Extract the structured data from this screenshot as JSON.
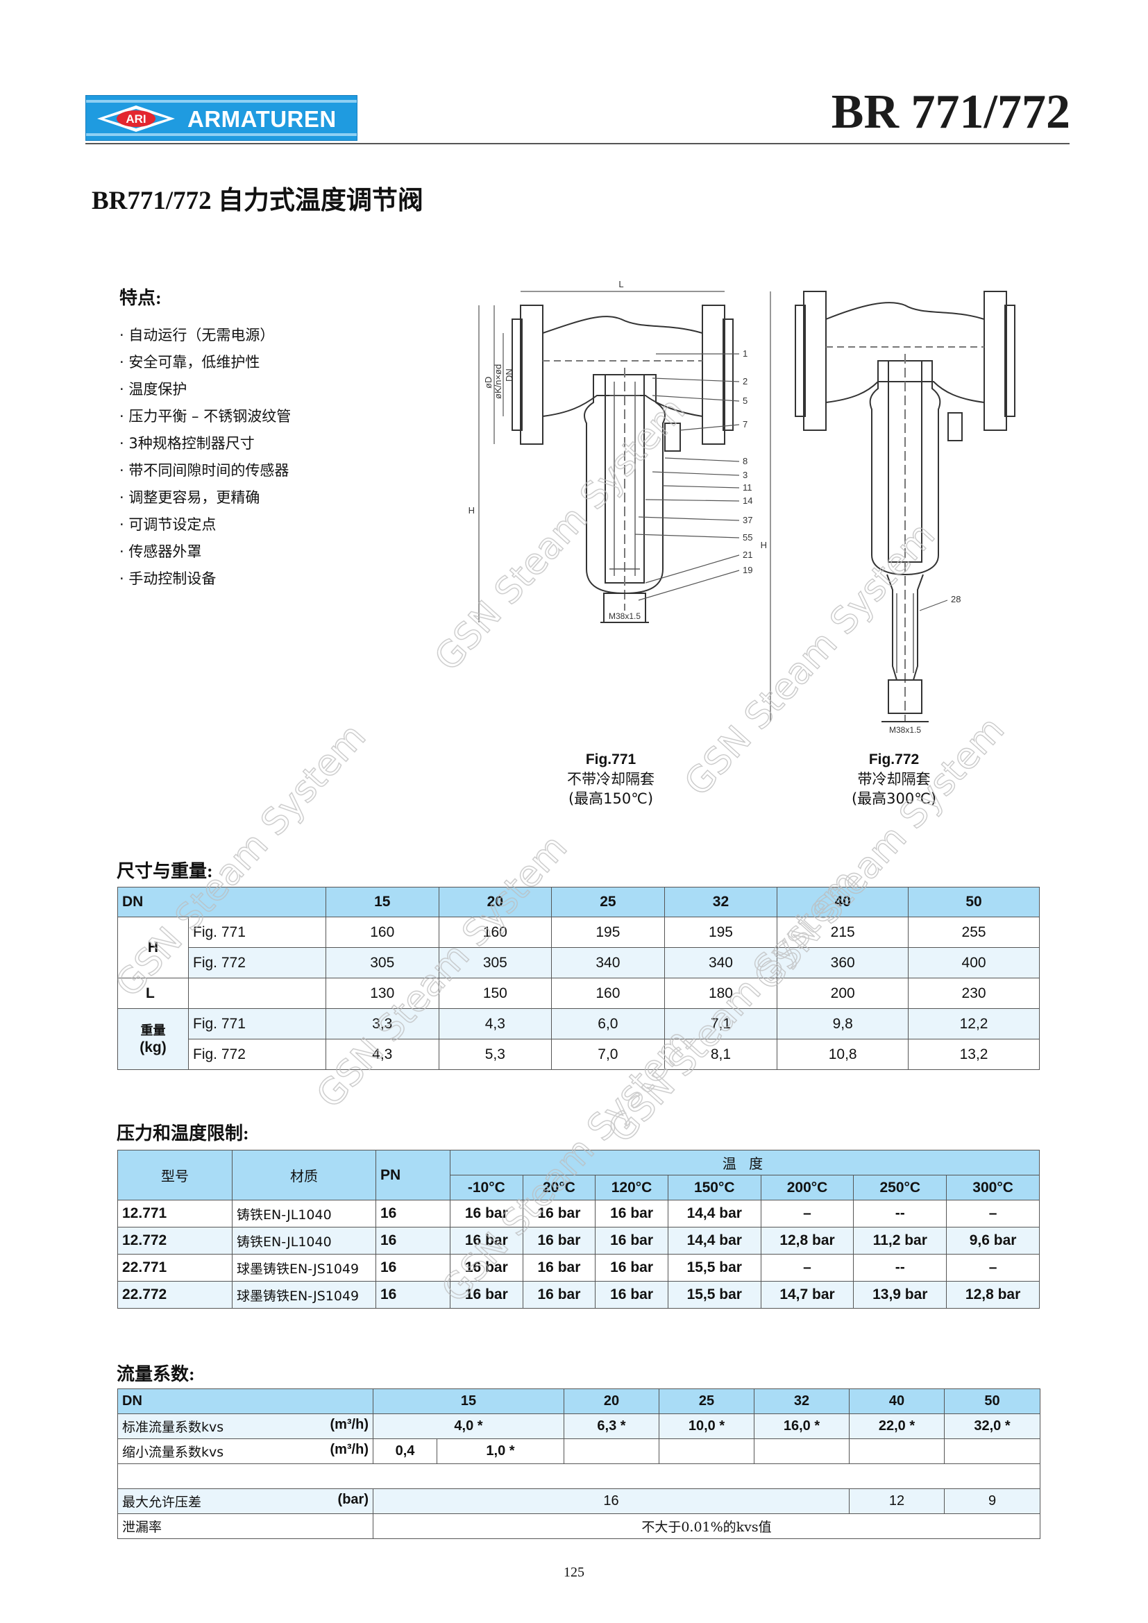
{
  "header": {
    "brand_text": "ARMATUREN",
    "brand_emblem_text": "ARI",
    "doc_code": "BR 771/772"
  },
  "title": "BR771/772  自力式温度调节阀",
  "features": {
    "title": "特点:",
    "items": [
      "· 自动运行（无需电源）",
      "· 安全可靠，低维护性",
      "· 温度保护",
      "· 压力平衡 – 不锈钢波纹管",
      "· 3种规格控制器尺寸",
      "· 带不同间隙时间的传感器",
      "· 调整更容易，更精确",
      "· 可调节设定点",
      "· 传感器外罩",
      "· 手动控制设备"
    ]
  },
  "figures": {
    "fig771": {
      "label": "Fig.771",
      "line1": "不带冷却隔套",
      "line2": "(最高150℃)",
      "thread": "M38x1.5"
    },
    "fig772": {
      "label": "Fig.772",
      "line1": "带冷却隔套",
      "line2": "(最高300℃)",
      "thread": "M38x1.5"
    },
    "dim_labels": {
      "L": "L",
      "H": "H",
      "D": "øD",
      "K": "øK/n×ød",
      "DN": "DN"
    },
    "callouts_771": [
      "1",
      "2",
      "5",
      "7",
      "8",
      "3",
      "11",
      "14",
      "37",
      "55",
      "21",
      "19"
    ],
    "callout_772": "28"
  },
  "dimensions": {
    "title": "尺寸与重量:",
    "header_label": "DN",
    "columns": [
      "15",
      "20",
      "25",
      "32",
      "40",
      "50"
    ],
    "h_label": "H",
    "l_label": "L",
    "weight_label_1": "重量",
    "weight_label_2": "(kg)",
    "fig771": "Fig.  771",
    "fig772": "Fig.  772",
    "h771": [
      "160",
      "160",
      "195",
      "195",
      "215",
      "255"
    ],
    "h772": [
      "305",
      "305",
      "340",
      "340",
      "360",
      "400"
    ],
    "l": [
      "130",
      "150",
      "160",
      "180",
      "200",
      "230"
    ],
    "w771": [
      "3,3",
      "4,3",
      "6,0",
      "7,1",
      "9,8",
      "12,2"
    ],
    "w772": [
      "4,3",
      "5,3",
      "7,0",
      "8,1",
      "10,8",
      "13,2"
    ]
  },
  "pressure": {
    "title": "压力和温度限制:",
    "h_model": "型号",
    "h_material": "材质",
    "h_pn": "PN",
    "h_temp": "温 度",
    "temps": [
      "-10°C",
      "20°C",
      "120°C",
      "150°C",
      "200°C",
      "250°C",
      "300°C"
    ],
    "rows": [
      {
        "model": "12.771",
        "material": "铸铁EN-JL1040",
        "pn": "16",
        "values": [
          "16 bar",
          "16 bar",
          "16 bar",
          "14,4 bar",
          "–",
          "--",
          "–"
        ]
      },
      {
        "model": "12.772",
        "material": "铸铁EN-JL1040",
        "pn": "16",
        "values": [
          "16 bar",
          "16 bar",
          "16 bar",
          "14,4 bar",
          "12,8 bar",
          "11,2 bar",
          "9,6 bar"
        ]
      },
      {
        "model": "22.771",
        "material": "球墨铸铁EN-JS1049",
        "pn": "16",
        "values": [
          "16 bar",
          "16 bar",
          "16 bar",
          "15,5 bar",
          "–",
          "--",
          "–"
        ]
      },
      {
        "model": "22.772",
        "material": "球墨铸铁EN-JS1049",
        "pn": "16",
        "values": [
          "16 bar",
          "16 bar",
          "16 bar",
          "15,5 bar",
          "14,7 bar",
          "13,9 bar",
          "12,8 bar"
        ]
      }
    ]
  },
  "flow": {
    "title": "流量系数:",
    "dn_label": "DN",
    "columns": [
      "15",
      "20",
      "25",
      "32",
      "40",
      "50"
    ],
    "kvs_label": "标准流量系数kvs",
    "kvs_unit": "(m³/h)",
    "kvs": [
      "4,0 *",
      "6,3 *",
      "10,0 *",
      "16,0 *",
      "22,0 *",
      "32,0 *"
    ],
    "reduced_label": "缩小流量系数kvs",
    "reduced_unit": "(m³/h)",
    "reduced": [
      "0,4",
      "1,0 *"
    ],
    "dp_label": "最大允许压差",
    "dp_unit": "(bar)",
    "dp": [
      "16",
      "12",
      "9"
    ],
    "leak_label": "泄漏率",
    "leak_value": "不大于0.01%的kvs值"
  },
  "page_number": "125",
  "watermark": "GSN Steam System"
}
